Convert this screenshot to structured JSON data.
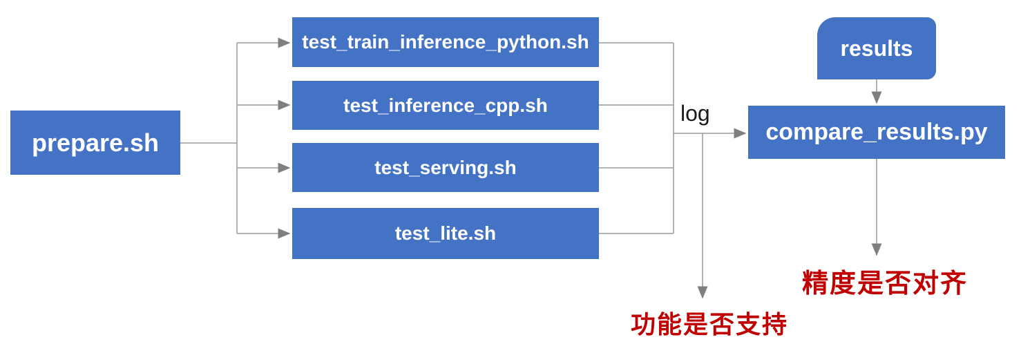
{
  "diagram": {
    "nodes": {
      "prepare": {
        "label": "prepare.sh"
      },
      "tests": [
        {
          "label": "test_train_inference_python.sh"
        },
        {
          "label": "test_inference_cpp.sh"
        },
        {
          "label": "test_serving.sh"
        },
        {
          "label": "test_lite.sh"
        }
      ],
      "results": {
        "label": "results"
      },
      "compare": {
        "label": "compare_results.py"
      }
    },
    "annotations": {
      "log_label": "log",
      "function_support": "功能是否支持",
      "accuracy_aligned": "精度是否对齐"
    },
    "colors": {
      "node_fill": "#4472C4",
      "node_text": "#FFFFFF",
      "connector_line": "#999999",
      "arrowhead": "#7F7F7F",
      "annotation_red": "#C00000",
      "log_text": "#1A1A1A",
      "background": "#FFFFFF"
    }
  }
}
